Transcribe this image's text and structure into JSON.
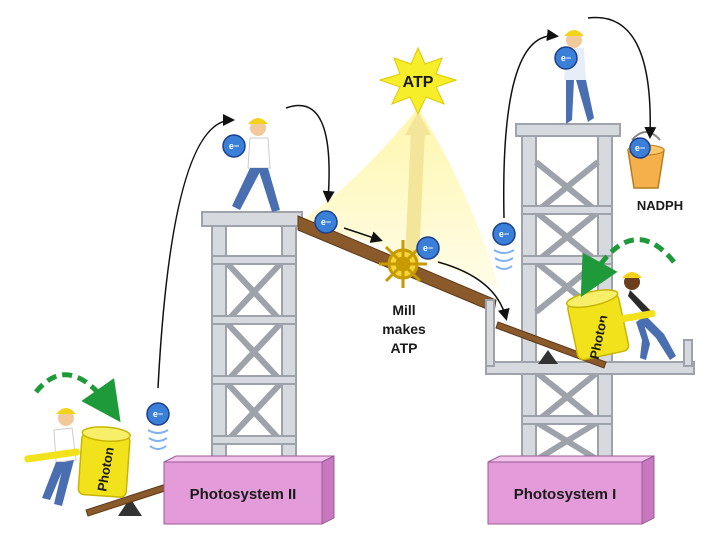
{
  "labels": {
    "atp": "ATP",
    "mill_line1": "Mill",
    "mill_line2": "makes",
    "mill_line3": "ATP",
    "nadph": "NADPH",
    "photon": "Photon",
    "photosystem_ii": "Photosystem II",
    "photosystem_i": "Photosystem I",
    "electron": "e−"
  },
  "colors": {
    "photosystem_box": "#e39bd9",
    "tower": "#c9ccd2",
    "ramp": "#8b5a2b",
    "photon_cylinder": "#f2e21b",
    "electron": "#3a7fd8",
    "arc_green": "#1f9a3a",
    "atp_burst": "#f7ee2a",
    "glow": "#fff1a6"
  }
}
